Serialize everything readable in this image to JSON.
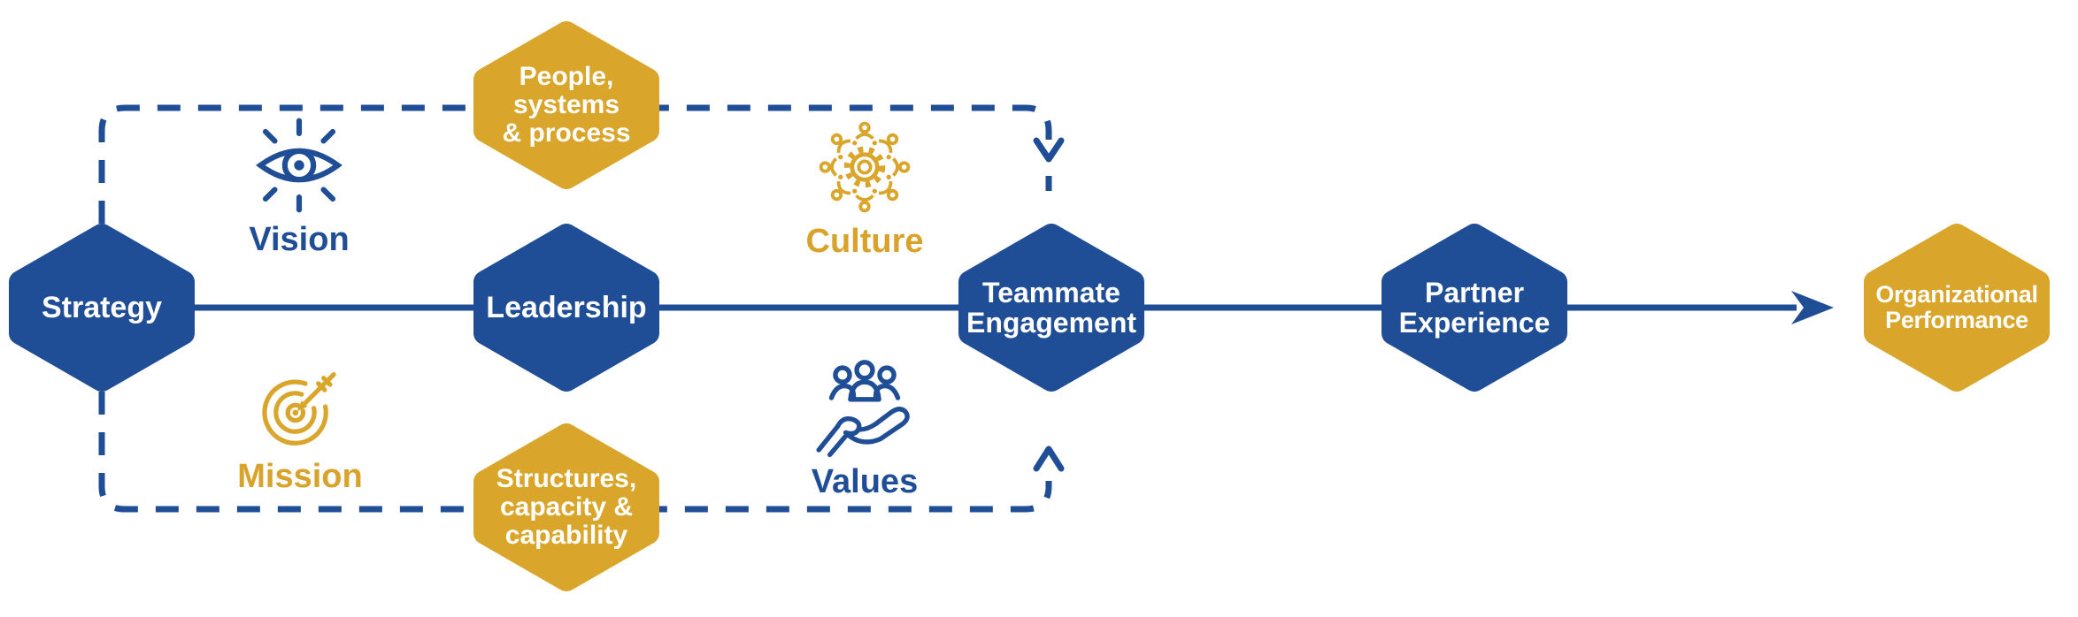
{
  "palette": {
    "blue": "#1F4E96",
    "gold": "#D9A62B",
    "gold_text": "#D9A32B",
    "text_on_shape": "#FFFFFF",
    "background": "#FFFFFF"
  },
  "hexagons": {
    "strategy": {
      "lines": [
        "Strategy"
      ],
      "color": "blue"
    },
    "people_systems_process": {
      "lines": [
        "People,",
        "systems",
        "& process"
      ],
      "color": "gold"
    },
    "leadership": {
      "lines": [
        "Leadership"
      ],
      "color": "blue"
    },
    "structures_capacity_capability": {
      "lines": [
        "Structures,",
        "capacity &",
        "capability"
      ],
      "color": "gold"
    },
    "teammate_engagement": {
      "lines": [
        "Teammate",
        "Engagement"
      ],
      "color": "blue"
    },
    "partner_experience": {
      "lines": [
        "Partner",
        "Experience"
      ],
      "color": "blue"
    },
    "organizational_performance": {
      "lines": [
        "Organizational",
        "Performance"
      ],
      "color": "gold"
    }
  },
  "annotations": {
    "vision": {
      "label": "Vision",
      "icon": "eye-icon",
      "color": "#1F4E96"
    },
    "mission": {
      "label": "Mission",
      "icon": "target-arrow-icon",
      "color": "#D9A32B"
    },
    "culture": {
      "label": "Culture",
      "icon": "gear-people-network-icon",
      "color": "#D9A32B"
    },
    "values": {
      "label": "Values",
      "icon": "hand-holding-people-icon",
      "color": "#1F4E96"
    }
  },
  "connectors": {
    "main_flow": {
      "style": "solid-arrow",
      "from": "Strategy",
      "through": [
        "Leadership",
        "Teammate Engagement",
        "Partner Experience"
      ],
      "to": "Organizational Performance"
    },
    "top_loop": {
      "style": "dashed-arrow",
      "from": "Strategy",
      "through": [
        "People, systems & process"
      ],
      "to": "Teammate Engagement"
    },
    "bottom_loop": {
      "style": "dashed-arrow",
      "from": "Strategy",
      "through": [
        "Structures, capacity & capability"
      ],
      "to": "Teammate Engagement"
    }
  }
}
